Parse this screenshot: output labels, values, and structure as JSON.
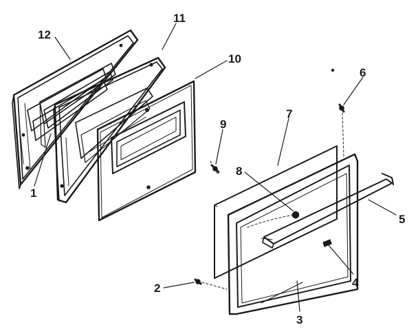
{
  "diagram": {
    "ink_color": "#1a1a1a",
    "background_color": "#ffffff",
    "labels": {
      "p1": "1",
      "p2": "2",
      "p3": "3",
      "p4": "4",
      "p5": "5",
      "p6": "6",
      "p7": "7",
      "p8": "8",
      "p9": "9",
      "p10": "10",
      "p11": "11",
      "p12": "12"
    }
  }
}
